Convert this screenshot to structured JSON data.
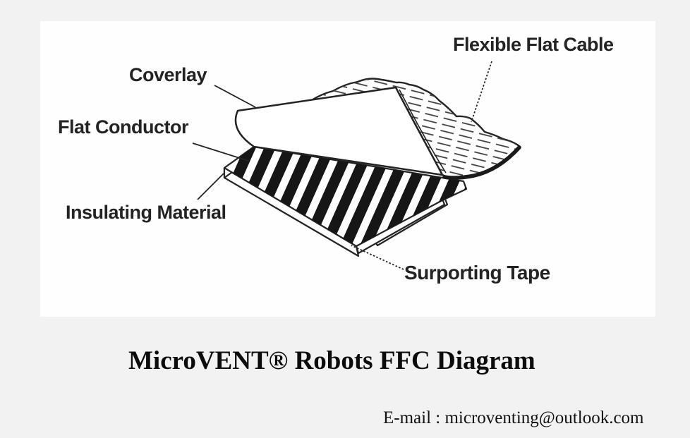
{
  "diagram": {
    "labels": [
      {
        "id": "coverlay",
        "text": "Coverlay"
      },
      {
        "id": "flat-conductor",
        "text": "Flat Conductor"
      },
      {
        "id": "insulating-material",
        "text": "Insulating Material"
      },
      {
        "id": "flexible-flat-cable",
        "text": "Flexible Flat Cable"
      },
      {
        "id": "supporting-tape",
        "text": "Surporting Tape"
      }
    ]
  },
  "caption": {
    "title": "MicroVENT® Robots FFC Diagram"
  },
  "footer": {
    "email": "E-mail : microventing@outlook.com"
  },
  "colors": {
    "background": "#f2f2f2",
    "panel": "#fefefe",
    "ink": "#242424"
  }
}
